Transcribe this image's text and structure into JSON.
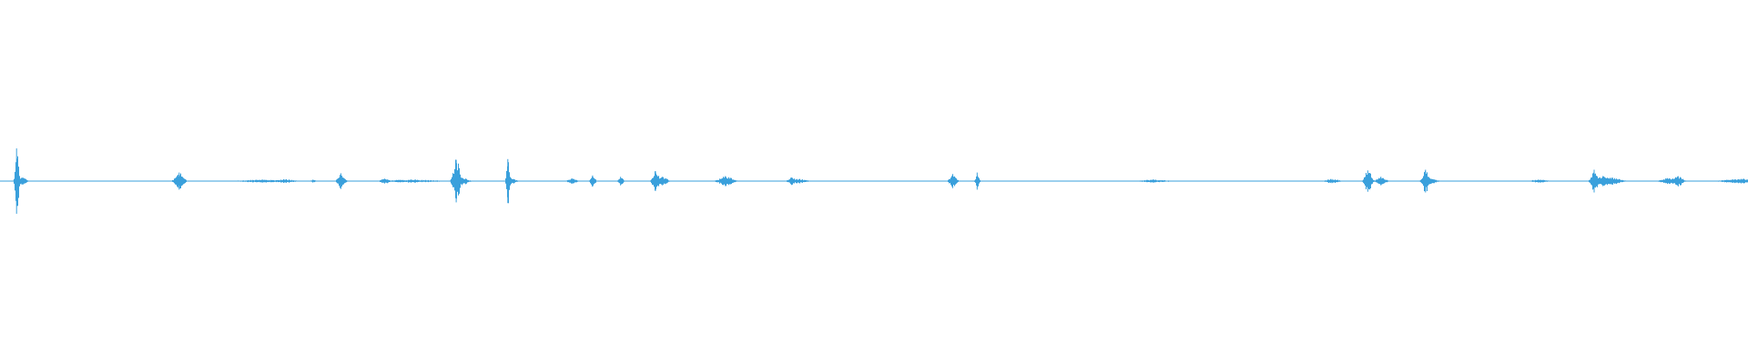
{
  "colors": {
    "background": "#ffffff",
    "waveform": "#3aa0dc"
  },
  "chart_data": {
    "type": "line",
    "title": "",
    "xlabel": "",
    "ylabel": "",
    "grid": false,
    "axes_visible": false,
    "legend": "none",
    "ylim": [
      -1,
      1
    ],
    "xlim": [
      0,
      1
    ],
    "baseline": 0,
    "noise_floor": 0.004,
    "series": [
      {
        "kind": "waveform",
        "peaks": [
          {
            "x": 0.0095,
            "amp": 0.46,
            "width": 0.0008
          },
          {
            "x": 0.0125,
            "amp": 0.05,
            "width": 0.002
          },
          {
            "x": 0.1025,
            "amp": 0.12,
            "width": 0.002
          },
          {
            "x": 0.15,
            "amp": 0.02,
            "width": 0.01
          },
          {
            "x": 0.163,
            "amp": 0.025,
            "width": 0.004
          },
          {
            "x": 0.179,
            "amp": 0.02,
            "width": 0.001
          },
          {
            "x": 0.195,
            "amp": 0.11,
            "width": 0.0015
          },
          {
            "x": 0.22,
            "amp": 0.035,
            "width": 0.002
          },
          {
            "x": 0.235,
            "amp": 0.02,
            "width": 0.012
          },
          {
            "x": 0.261,
            "amp": 0.3,
            "width": 0.0015
          },
          {
            "x": 0.263,
            "amp": 0.07,
            "width": 0.003
          },
          {
            "x": 0.2905,
            "amp": 0.31,
            "width": 0.0007
          },
          {
            "x": 0.2925,
            "amp": 0.04,
            "width": 0.002
          },
          {
            "x": 0.327,
            "amp": 0.035,
            "width": 0.002
          },
          {
            "x": 0.339,
            "amp": 0.08,
            "width": 0.001
          },
          {
            "x": 0.355,
            "amp": 0.06,
            "width": 0.001
          },
          {
            "x": 0.375,
            "amp": 0.14,
            "width": 0.0015
          },
          {
            "x": 0.379,
            "amp": 0.06,
            "width": 0.002
          },
          {
            "x": 0.415,
            "amp": 0.07,
            "width": 0.003
          },
          {
            "x": 0.453,
            "amp": 0.05,
            "width": 0.002
          },
          {
            "x": 0.456,
            "amp": 0.03,
            "width": 0.004
          },
          {
            "x": 0.545,
            "amp": 0.1,
            "width": 0.0015
          },
          {
            "x": 0.559,
            "amp": 0.12,
            "width": 0.0008
          },
          {
            "x": 0.66,
            "amp": 0.02,
            "width": 0.006
          },
          {
            "x": 0.762,
            "amp": 0.03,
            "width": 0.003
          },
          {
            "x": 0.7825,
            "amp": 0.15,
            "width": 0.0015
          },
          {
            "x": 0.79,
            "amp": 0.06,
            "width": 0.002
          },
          {
            "x": 0.8155,
            "amp": 0.16,
            "width": 0.0015
          },
          {
            "x": 0.818,
            "amp": 0.04,
            "width": 0.003
          },
          {
            "x": 0.88,
            "amp": 0.02,
            "width": 0.004
          },
          {
            "x": 0.912,
            "amp": 0.16,
            "width": 0.0015
          },
          {
            "x": 0.917,
            "amp": 0.07,
            "width": 0.003
          },
          {
            "x": 0.922,
            "amp": 0.05,
            "width": 0.004
          },
          {
            "x": 0.955,
            "amp": 0.04,
            "width": 0.004
          },
          {
            "x": 0.96,
            "amp": 0.07,
            "width": 0.002
          },
          {
            "x": 0.996,
            "amp": 0.03,
            "width": 0.008
          }
        ]
      }
    ]
  }
}
